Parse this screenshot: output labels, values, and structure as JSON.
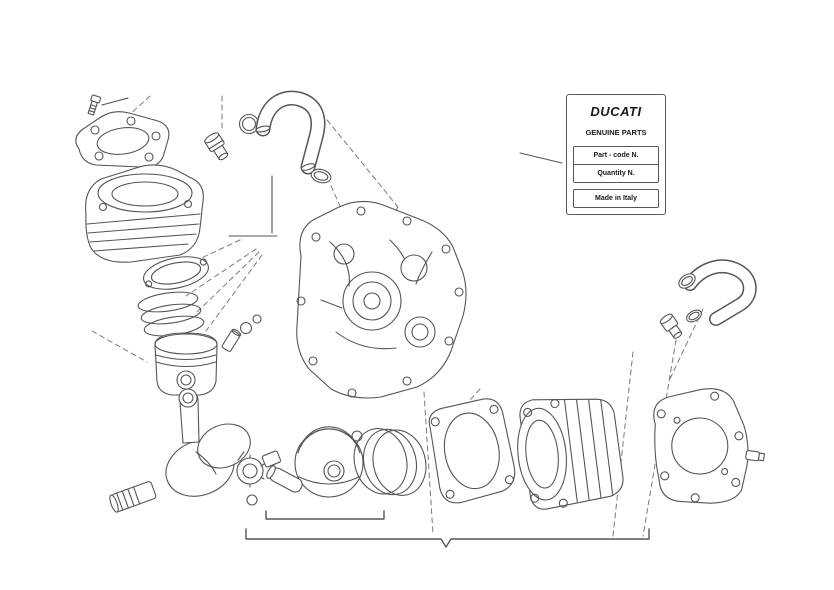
{
  "diagram": {
    "title_block": {
      "brand": "DUCATI",
      "subtitle": "GENUINE PARTS",
      "fields": [
        "Part - code N.",
        "Quantity N.",
        "Made in Italy"
      ]
    },
    "parts": [
      "bolt",
      "head-gasket-left",
      "cylinder-left",
      "union-fitting",
      "hose-clamp",
      "hose-top",
      "crankcase-cover",
      "base-gasket-left",
      "piston-rings-left",
      "piston-left",
      "wrist-pin",
      "circlip",
      "crankshaft",
      "connecting-rod",
      "piston-bottom",
      "piston-rings-bottom",
      "cylinder-base-gasket",
      "cylinder-right",
      "head-gasket-right",
      "hose-right",
      "union-fitting-right",
      "dowel-pin-right"
    ],
    "colors": {
      "line": "#555555",
      "background": "#ffffff",
      "text": "#1a1a1a"
    }
  }
}
